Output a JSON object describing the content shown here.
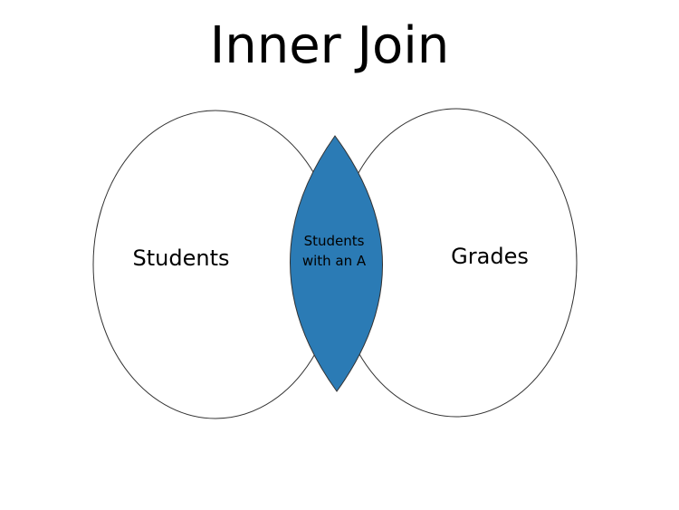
{
  "title": "Inner Join",
  "sets": {
    "left": {
      "label": "Students"
    },
    "right": {
      "label": "Grades"
    }
  },
  "intersection": {
    "label_line1": "Students",
    "label_line2": "with an A"
  },
  "colors": {
    "intersection_fill": "#2b7bb5",
    "outline": "#333333",
    "background": "#ffffff",
    "text": "#000000"
  }
}
